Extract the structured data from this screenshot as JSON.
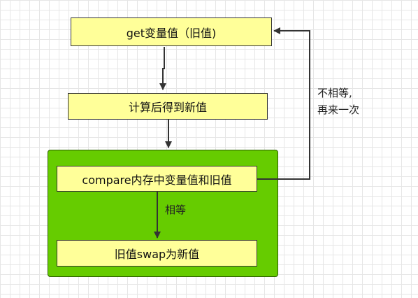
{
  "diagram": {
    "nodes": {
      "get_old_value": "get变量值（旧值)",
      "compute_new_value": "计算后得到新值",
      "compare": "compare内存中变量值和旧值",
      "swap": "旧值swap为新值"
    },
    "edge_labels": {
      "equal": "相等",
      "not_equal_line1": "不相等,",
      "not_equal_line2": "再来一次"
    },
    "colors": {
      "node_fill": "#ffff99",
      "group_fill": "#66cc00",
      "line": "#333333"
    }
  }
}
